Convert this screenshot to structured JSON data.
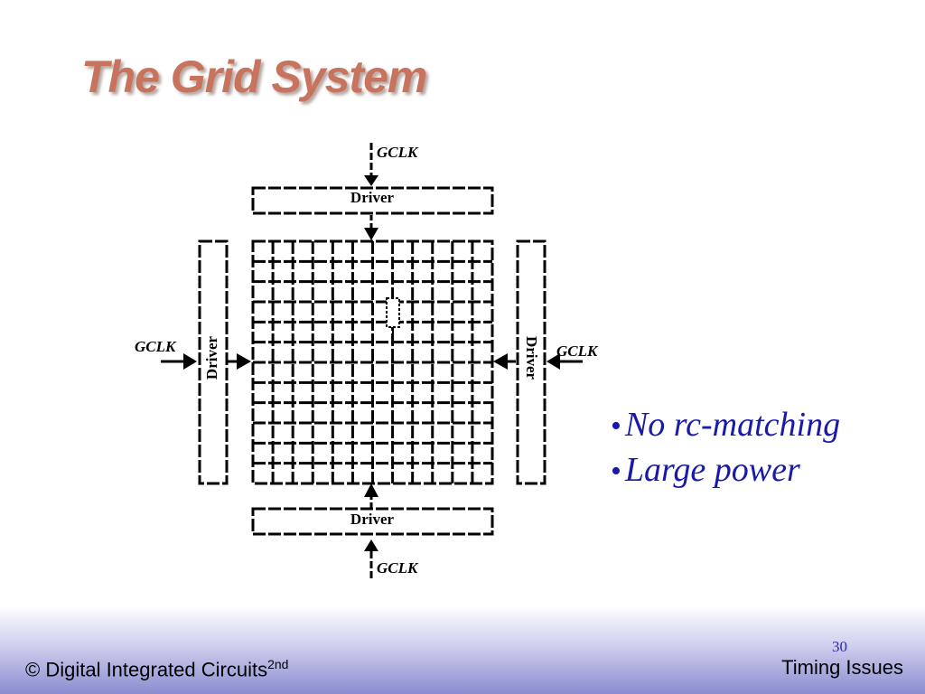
{
  "slide": {
    "title": "The Grid System"
  },
  "diagram": {
    "driver_label": "Driver",
    "gclk_label": "GCLK"
  },
  "bullets": [
    {
      "text": "No rc-matching"
    },
    {
      "text": "Large power"
    }
  ],
  "footer": {
    "copyright": "© Digital Integrated Circuits",
    "edition": "2nd",
    "section": "Timing Issues",
    "page_number": "30"
  },
  "colors": {
    "title": "#c8735d",
    "bullet_text": "#1a1aaa",
    "page_number": "#2a2aa8",
    "footer_gradient_bottom": "#8a8cd0"
  }
}
